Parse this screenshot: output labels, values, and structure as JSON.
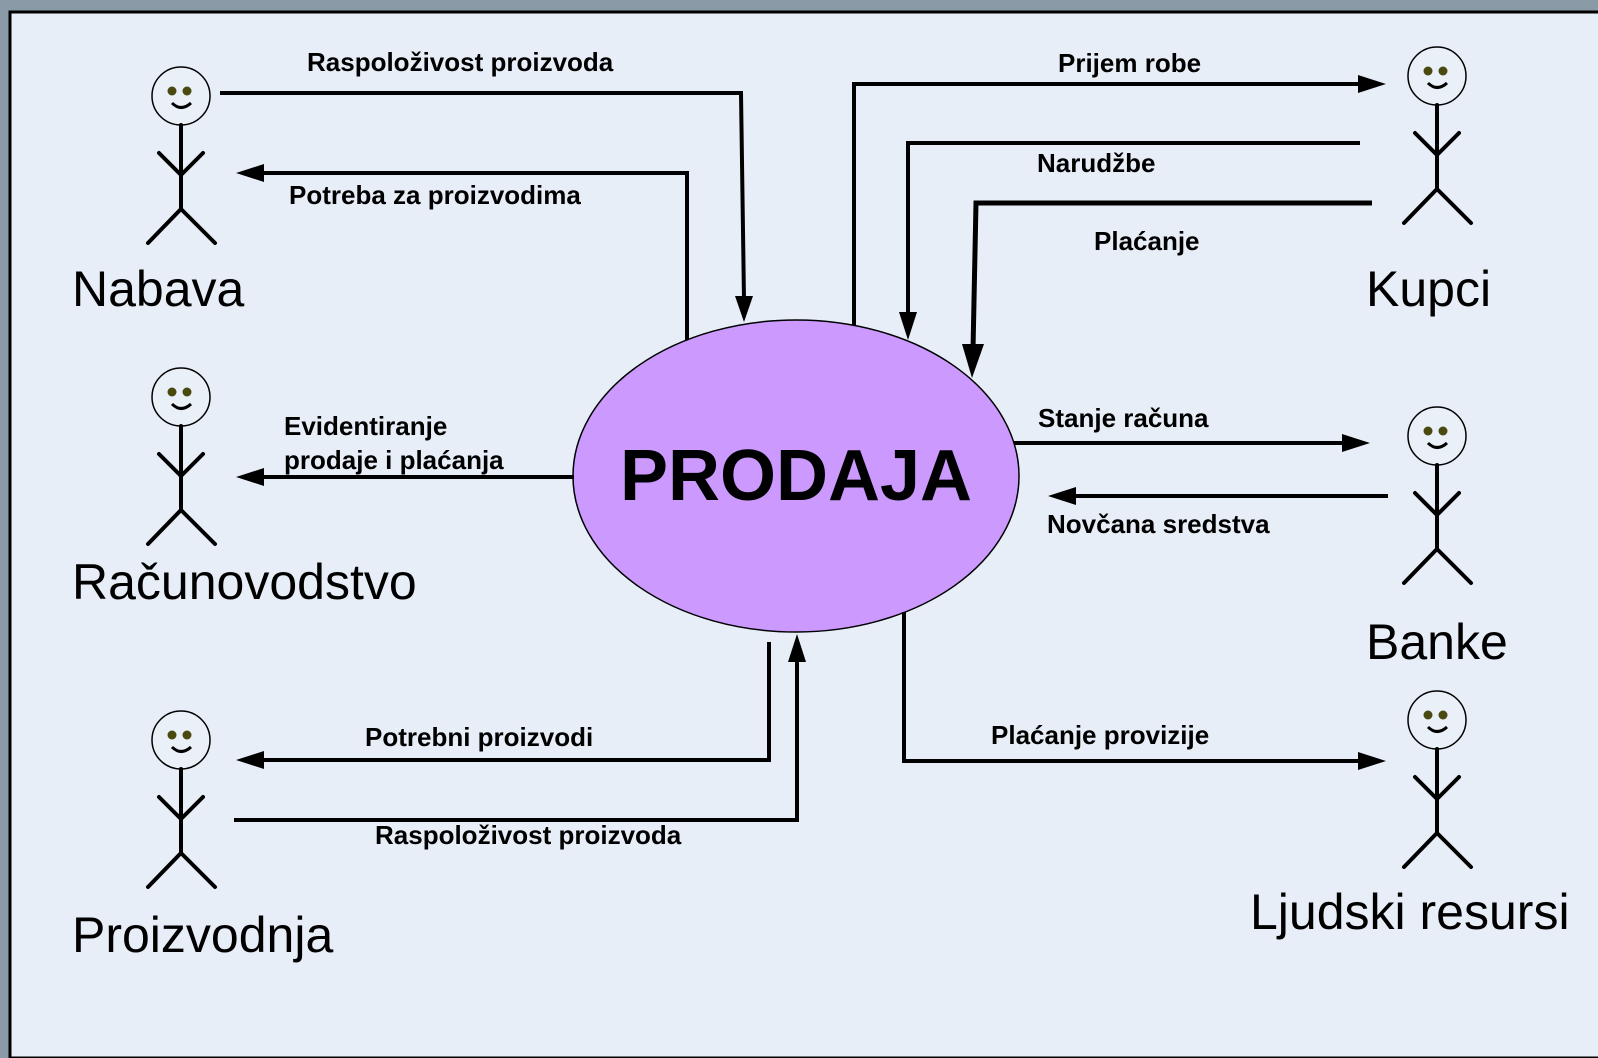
{
  "colors": {
    "canvas": "#e8eef8",
    "process_fill": "#cc99ff",
    "frame": "#8a9aa6"
  },
  "process": {
    "label": "PRODAJA"
  },
  "actors": {
    "nabava": "Nabava",
    "racunovodstvo": "Računovodstvo",
    "proizvodnja": "Proizvodnja",
    "kupci": "Kupci",
    "banke": "Banke",
    "ljudski_resursi": "Ljudski resursi"
  },
  "flows": {
    "raspolozivost_nabava": "Raspoloživost proizvoda",
    "potreba_za_proizvodima": "Potreba za proizvodima",
    "evidentiranje_1": "Evidentiranje",
    "evidentiranje_2": "prodaje i plaćanja",
    "potrebni_proizvodi": "Potrebni proizvodi",
    "raspolozivost_proizvodnja": "Raspoloživost proizvoda",
    "prijem_robe": "Prijem robe",
    "narudzbe": "Narudžbe",
    "placanje": "Plaćanje",
    "stanje_racuna": "Stanje računa",
    "novcana_sredstva": "Novčana sredstva",
    "placanje_provizije": "Plaćanje provizije"
  }
}
